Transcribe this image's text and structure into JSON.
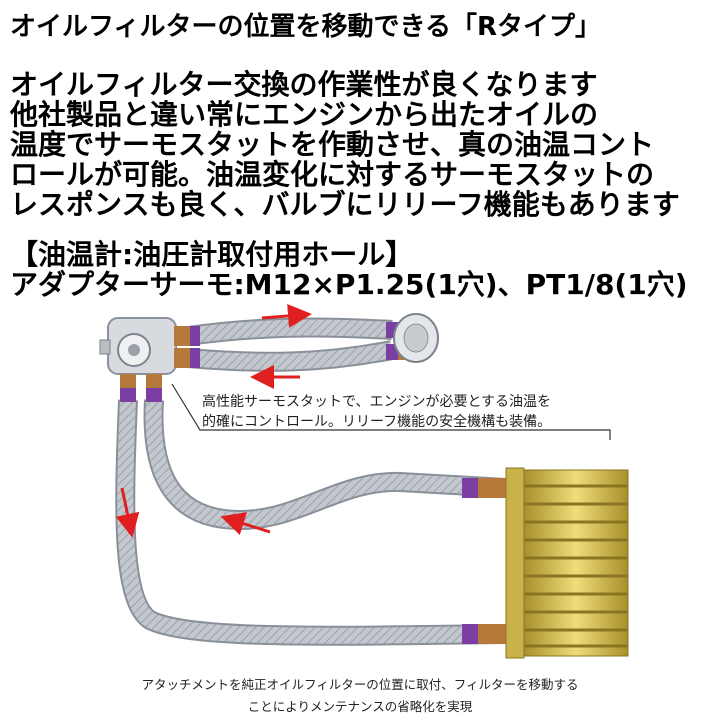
{
  "title": "オイルフィルターの位置を移動できる「Rタイプ」",
  "body_lines": [
    "オイルフィルター交換の作業性が良くなります",
    "他社製品と違い常にエンジンから出たオイルの",
    "温度でサーモスタットを作動させ、真の油温コント",
    "ロールが可能。油温変化に対するサーモスタットの",
    "レスポンスも良く、バルブにリリーフ機能もあります"
  ],
  "heading": "【油温計:油圧計取付用ホール】",
  "spec": "アダプターサーモ:M12×P1.25(1穴)、PT1/8(1穴)",
  "callout_lines": [
    "高性能サーモスタットで、エンジンが必要とする油温を",
    "的確にコントロール。リリーフ機能の安全機構も装備。"
  ],
  "caption_lines": [
    "アタッチメントを純正オイルフィルターの位置に取付、フィルターを移動する",
    "ことによりメンテナンスの省略化を実現"
  ],
  "colors": {
    "hose": "#b7bcc4",
    "fitting_purple": "#7b3fa3",
    "fitting_bronze": "#b5793a",
    "cooler_gold": "#d9c35a",
    "arrow_red": "#e02020"
  }
}
